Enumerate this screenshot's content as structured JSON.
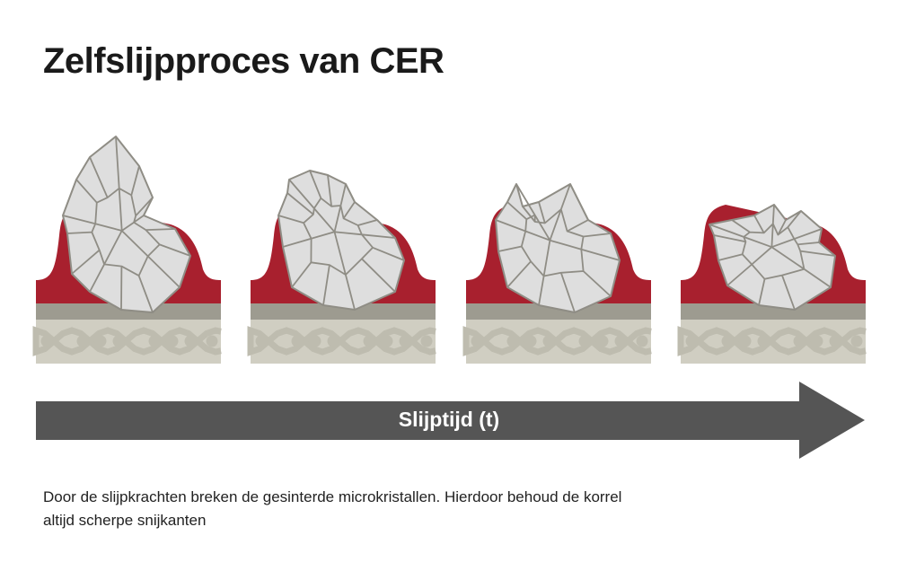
{
  "title": "Zelfslijpproces van CER",
  "arrow_label": "Slijptijd (t)",
  "caption": {
    "line1": "Door de slijpkrachten breken de gesinterde microkristallen. Hierdoor behoud de korrel",
    "line2": "altijd scherpe snijkanten"
  },
  "colors": {
    "bond": "#a8202e",
    "band": "#9d9b90",
    "backing": "#d0cec2",
    "pattern": "#bebcaf",
    "grain": "#dedede",
    "grain_stroke": "#8f8d85",
    "arrow": "#555555"
  },
  "stages": [
    {
      "name": "stage-1"
    },
    {
      "name": "stage-2"
    },
    {
      "name": "stage-3"
    },
    {
      "name": "stage-4"
    }
  ]
}
